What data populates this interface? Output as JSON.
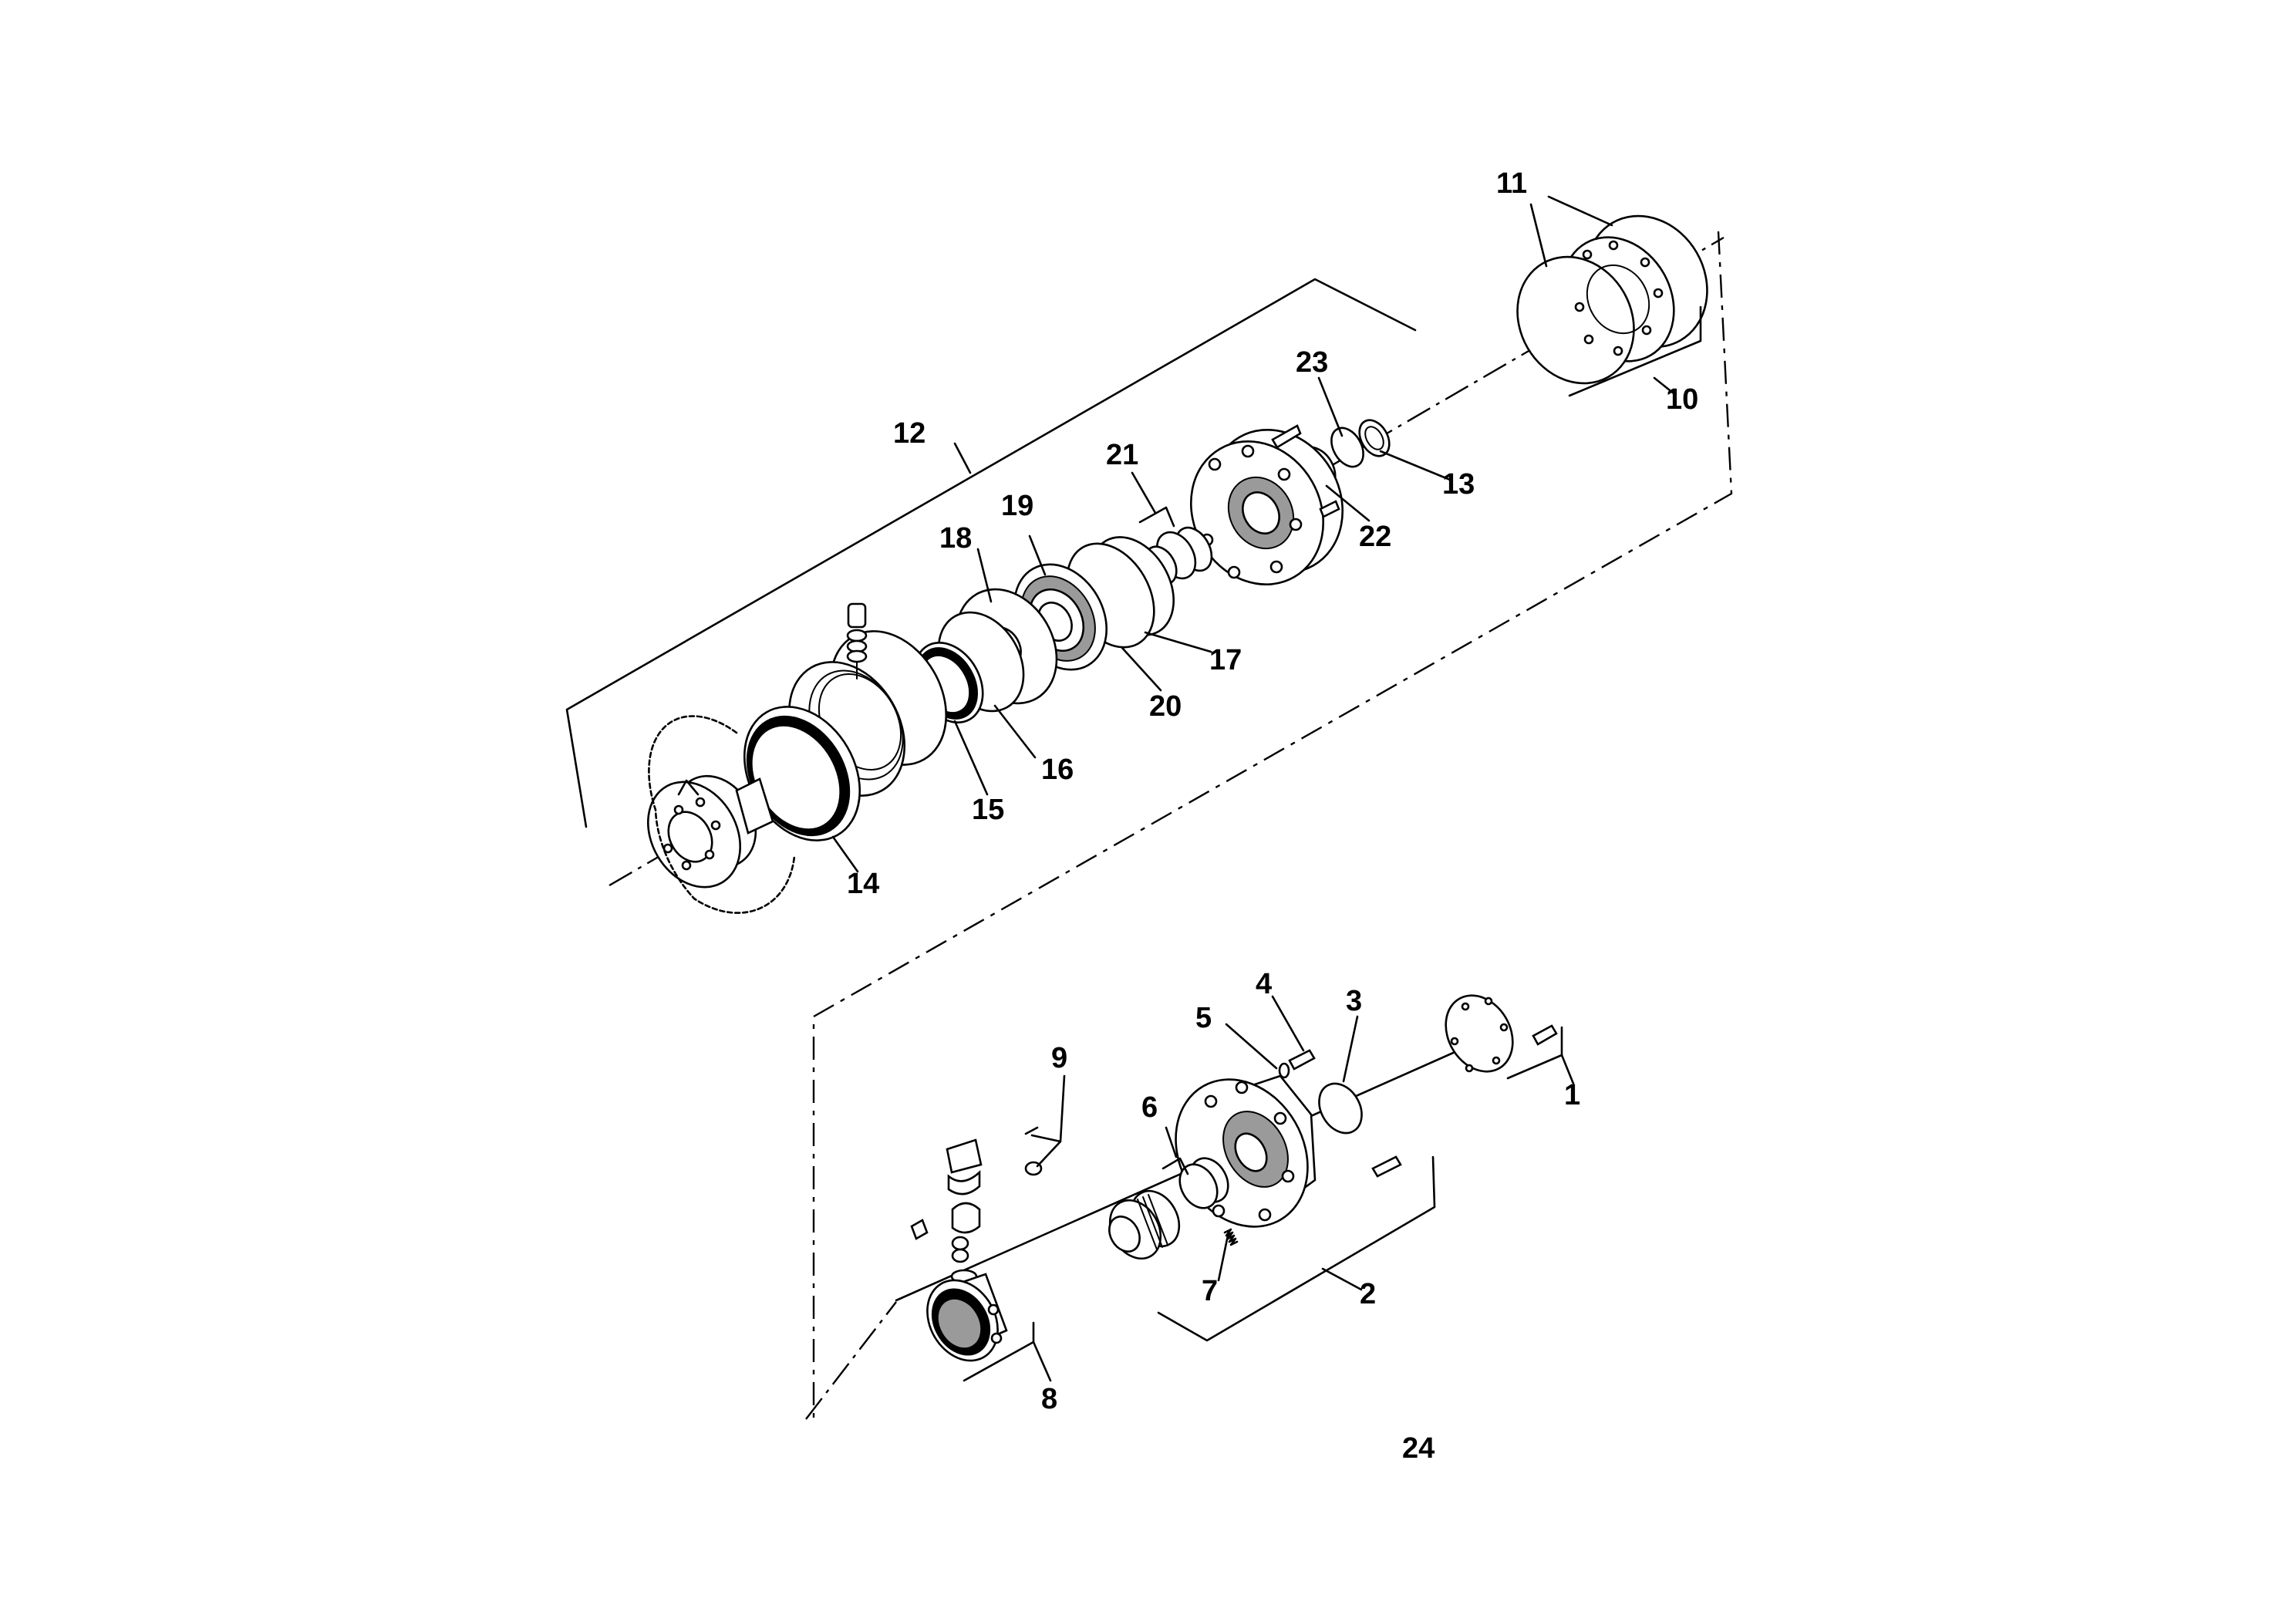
{
  "diagram": {
    "callouts": [
      {
        "id": "1",
        "text": "1"
      },
      {
        "id": "2",
        "text": "2"
      },
      {
        "id": "3",
        "text": "3"
      },
      {
        "id": "4",
        "text": "4"
      },
      {
        "id": "5",
        "text": "5"
      },
      {
        "id": "6",
        "text": "6"
      },
      {
        "id": "7",
        "text": "7"
      },
      {
        "id": "8",
        "text": "8"
      },
      {
        "id": "9",
        "text": "9"
      },
      {
        "id": "10",
        "text": "10"
      },
      {
        "id": "11",
        "text": "11"
      },
      {
        "id": "12",
        "text": "12"
      },
      {
        "id": "13",
        "text": "13"
      },
      {
        "id": "14",
        "text": "14"
      },
      {
        "id": "15",
        "text": "15"
      },
      {
        "id": "16",
        "text": "16"
      },
      {
        "id": "17",
        "text": "17"
      },
      {
        "id": "18",
        "text": "18"
      },
      {
        "id": "19",
        "text": "19"
      },
      {
        "id": "20",
        "text": "20"
      },
      {
        "id": "21",
        "text": "21"
      },
      {
        "id": "22",
        "text": "22"
      },
      {
        "id": "23",
        "text": "23"
      }
    ],
    "figure_number": "24"
  }
}
